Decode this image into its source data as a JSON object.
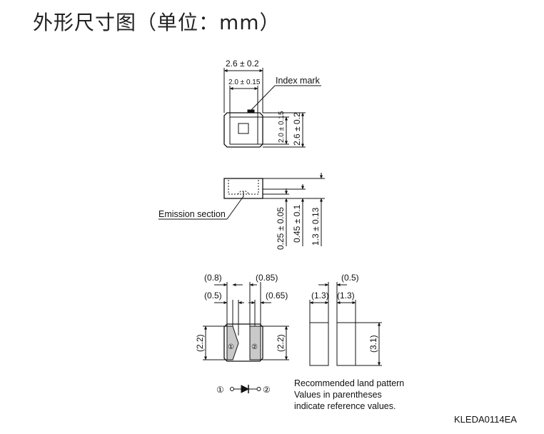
{
  "title": "外形尺寸图（单位：mm）",
  "drawing_code": "KLEDA0114EA",
  "top_view": {
    "width_outer": "2.6 ± 0.2",
    "width_inner": "2.0 ± 0.15",
    "index_mark": "Index mark",
    "height_inner": "2.0 ± 0.15",
    "height_outer": "2.6 ± 0.2"
  },
  "side_view": {
    "emission_section": "Emission section",
    "dim_1": "0.25 ± 0.05",
    "dim_2": "0.45 ± 0.1",
    "dim_3": "1.3 ± 0.13"
  },
  "bottom_view": {
    "d_08": "(0.8)",
    "d_085": "(0.85)",
    "d_05": "(0.5)",
    "d_065": "(0.65)",
    "d_22_left": "(2.2)",
    "d_22_right": "(2.2)",
    "pad1": "①",
    "pad2": "②"
  },
  "land_pattern": {
    "d_05": "(0.5)",
    "d_13_left": "(1.3)",
    "d_13_right": "(1.3)",
    "d_31": "(3.1)"
  },
  "symbol": {
    "pin1": "①",
    "pin2": "②"
  },
  "notes": [
    "Recommended land pattern",
    "Values in parentheses",
    "indicate reference values."
  ]
}
